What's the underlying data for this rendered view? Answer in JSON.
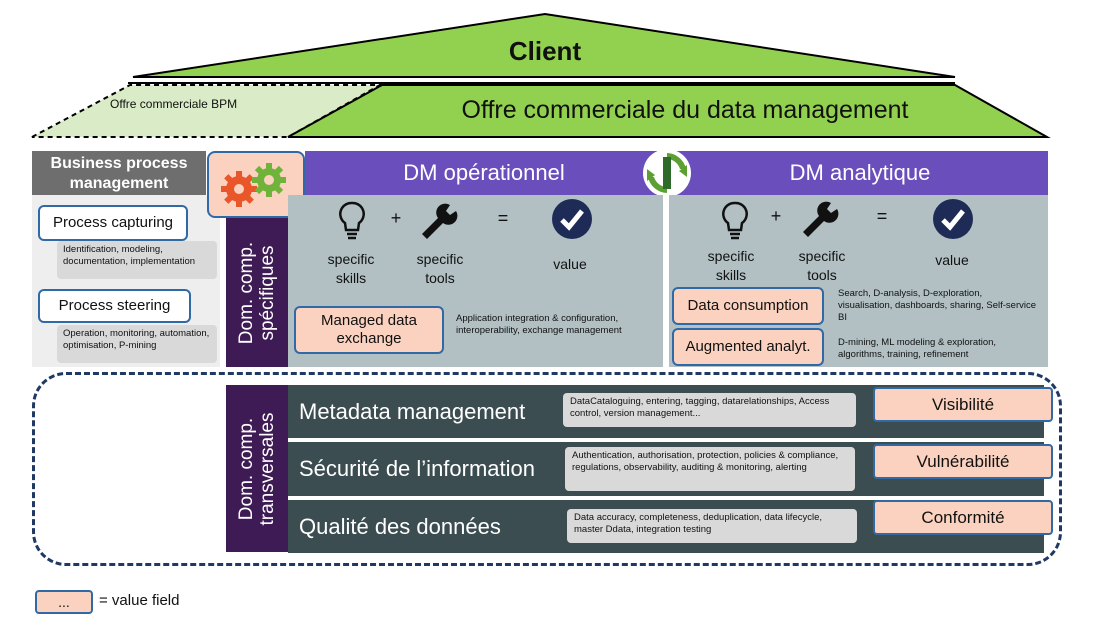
{
  "roof": {
    "client": "Client",
    "offre_bpm": "Offre commerciale BPM",
    "offre_dm": "Offre commerciale du data management"
  },
  "bpm": {
    "header": "Business process management",
    "items": [
      {
        "label": "Process capturing",
        "note": "Identification, modeling, documentation, implementation"
      },
      {
        "label": "Process steering",
        "note": "Operation, monitoring, automation, optimisation, P-mining"
      }
    ]
  },
  "dm_operationnel": {
    "header": "DM opérationnel",
    "formula": {
      "skills": "specific skills",
      "plus": "+",
      "tools": "specific tools",
      "equals": "=",
      "value": "value"
    },
    "fields": [
      {
        "label": "Managed data exchange",
        "desc": "Application integration & configuration, interoperability, exchange management"
      }
    ]
  },
  "dm_analytique": {
    "header": "DM analytique",
    "formula": {
      "skills": "specific skills",
      "plus": "+",
      "tools": "specific tools",
      "equals": "=",
      "value": "value"
    },
    "fields": [
      {
        "label": "Data consumption",
        "desc": "Search, D-analysis, D-exploration, visualisation, dashboards, sharing, Self-service BI"
      },
      {
        "label": "Augmented analyt.",
        "desc": "D-mining, ML modeling & exploration, algorithms, training, refinement"
      }
    ]
  },
  "labels": {
    "specifiques": "Dom. comp. spécifiques",
    "transversales": "Dom. comp. transversales"
  },
  "transversal_rows": [
    {
      "title": "Metadata management",
      "note": "DataCataloguing, entering, tagging, datarelationships, Access control, version management...",
      "value": "Visibilité"
    },
    {
      "title": "Sécurité de l’information",
      "note": "Authentication, authorisation, protection, policies & compliance, regulations, observability, auditing & monitoring, alerting",
      "value": "Vulnérabilité"
    },
    {
      "title": "Qualité des données",
      "note": "Data accuracy, completeness, deduplication, data lifecycle, master Ddata, integration testing",
      "value": "Conformité"
    }
  ],
  "legend": {
    "sample": "...",
    "text": "= value field"
  },
  "colors": {
    "green": "#92d050",
    "light_green": "#d9ecc7",
    "purple": "#6a4ebc",
    "dark_purple": "#3e1b54",
    "slate": "#3c4d52",
    "blue_border": "#2f6aa7",
    "salmon": "#fbd2bf"
  }
}
